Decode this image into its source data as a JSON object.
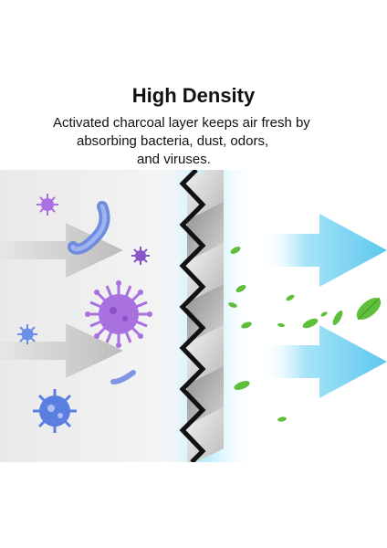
{
  "headline": "High Density",
  "description": {
    "line1": "Activated charcoal layer keeps air fresh by",
    "line2": "absorbing bacteria, dust, odors,",
    "line3": "and viruses."
  },
  "colors": {
    "dirty_arrow": "#c9c9c9",
    "clean_arrow": "#6ecff0",
    "virus_purple": "#a970e0",
    "virus_blue": "#5b7fe0",
    "bacteria_blue": "#7e96e6",
    "leaf_green": "#5fbf3a",
    "filter_gray": "#bfbfbf",
    "filter_glow": "#9fe7ff"
  }
}
